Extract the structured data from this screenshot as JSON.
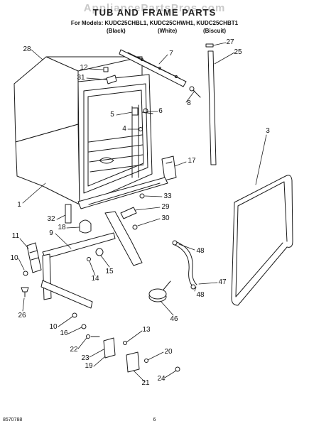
{
  "watermark": "AppliancePartsPros.com",
  "title": "TUB AND FRAME PARTS",
  "models": "For Models: KUDC25CHBL1, KUDC25CHWH1, KUDC25CHBT1",
  "model_colors": [
    "(Black)",
    "(White)",
    "(Biscuit)"
  ],
  "colors": {
    "line": "#1a1a1a",
    "watermark": "#c9c9c9",
    "background": "#ffffff"
  },
  "callouts": [
    {
      "id": "c28",
      "label": "28"
    },
    {
      "id": "c12",
      "label": "12"
    },
    {
      "id": "c31",
      "label": "31"
    },
    {
      "id": "c7",
      "label": "7"
    },
    {
      "id": "c27",
      "label": "27"
    },
    {
      "id": "c25",
      "label": "25"
    },
    {
      "id": "c8",
      "label": "8"
    },
    {
      "id": "c5",
      "label": "5"
    },
    {
      "id": "c6",
      "label": "6"
    },
    {
      "id": "c4",
      "label": "4"
    },
    {
      "id": "c3",
      "label": "3"
    },
    {
      "id": "c17",
      "label": "17"
    },
    {
      "id": "c1",
      "label": "1"
    },
    {
      "id": "c33",
      "label": "33"
    },
    {
      "id": "c29",
      "label": "29"
    },
    {
      "id": "c32",
      "label": "32"
    },
    {
      "id": "c30",
      "label": "30"
    },
    {
      "id": "c18",
      "label": "18"
    },
    {
      "id": "c9",
      "label": "9"
    },
    {
      "id": "c11",
      "label": "11"
    },
    {
      "id": "c10a",
      "label": "10"
    },
    {
      "id": "c48a",
      "label": "48"
    },
    {
      "id": "c15",
      "label": "15"
    },
    {
      "id": "c14",
      "label": "14"
    },
    {
      "id": "c47",
      "label": "47"
    },
    {
      "id": "c48b",
      "label": "48"
    },
    {
      "id": "c26",
      "label": "26"
    },
    {
      "id": "c10b",
      "label": "10"
    },
    {
      "id": "c16",
      "label": "16"
    },
    {
      "id": "c46",
      "label": "46"
    },
    {
      "id": "c13",
      "label": "13"
    },
    {
      "id": "c22",
      "label": "22"
    },
    {
      "id": "c23",
      "label": "23"
    },
    {
      "id": "c20",
      "label": "20"
    },
    {
      "id": "c19",
      "label": "19"
    },
    {
      "id": "c24",
      "label": "24"
    },
    {
      "id": "c21",
      "label": "21"
    }
  ],
  "footer": {
    "doc_number": "8570788",
    "page_number": "6"
  }
}
